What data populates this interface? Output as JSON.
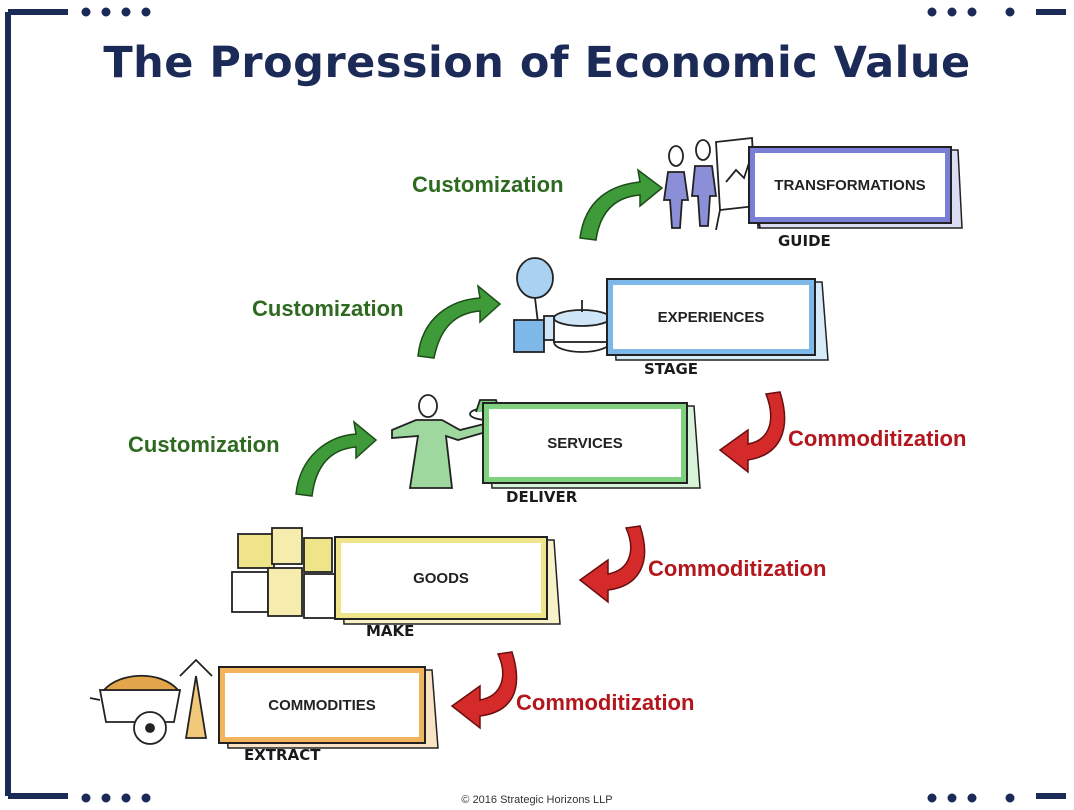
{
  "title": "The Progression of Economic Value",
  "copyright": "© 2016 Strategic Horizons LLP",
  "stages": [
    {
      "label": "TRANSFORMATIONS",
      "verb": "GUIDE",
      "color": "#7a7fd6"
    },
    {
      "label": "EXPERIENCES",
      "verb": "STAGE",
      "color": "#7db8e8"
    },
    {
      "label": "SERVICES",
      "verb": "DELIVER",
      "color": "#7fd17f"
    },
    {
      "label": "GOODS",
      "verb": "MAKE",
      "color": "#f0e48a"
    },
    {
      "label": "COMMODITIES",
      "verb": "EXTRACT",
      "color": "#f2b55e"
    }
  ],
  "customization": [
    "Customization",
    "Customization",
    "Customization"
  ],
  "commoditization": [
    "Commoditization",
    "Commoditization",
    "Commoditization"
  ],
  "colors": {
    "title": "#1b2a56",
    "customization": "#2d6a1f",
    "commoditization": "#b3161c",
    "frame": "#1b2a56"
  }
}
